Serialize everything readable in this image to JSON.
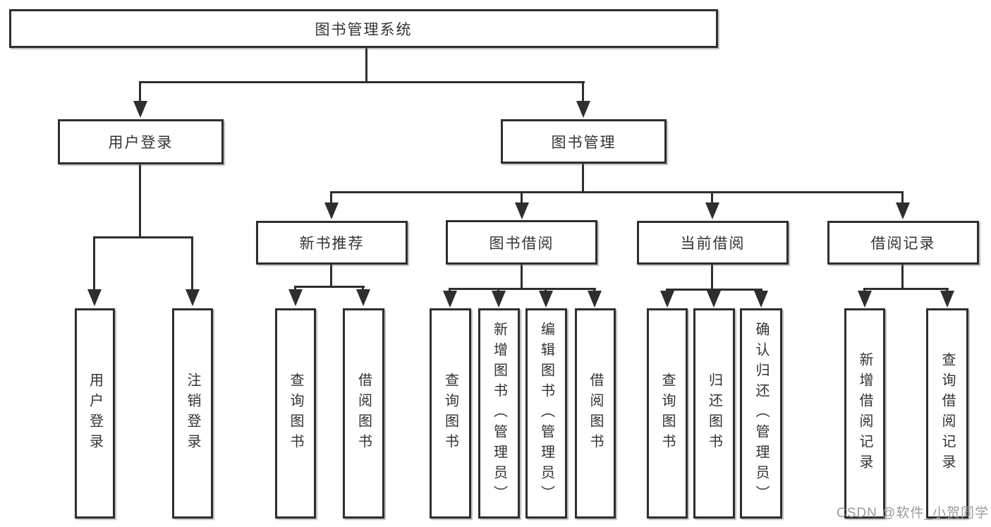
{
  "colors": {
    "background": "#ffffff",
    "line": "#2e2e2e",
    "box_border": "#2e2e2e",
    "text": "#333333",
    "watermark": "#9b9b9b"
  },
  "watermark": "CSDN @软件_小贺同学",
  "diagram": {
    "root": "图书管理系统",
    "level2": {
      "user_login": "用户登录",
      "book_mgmt": "图书管理"
    },
    "level3": {
      "new_book": "新书推荐",
      "borrow": "图书借阅",
      "current": "当前借阅",
      "record": "借阅记录"
    },
    "leaves": {
      "user_login": [
        "用户登录",
        "注销登录"
      ],
      "new_book": [
        "查询图书",
        "借阅图书"
      ],
      "borrow": [
        "查询图书",
        "新增图书（管理员）",
        "编辑图书（管理员）",
        "借阅图书"
      ],
      "current": [
        "查询图书",
        "归还图书",
        "确认归还（管理员）"
      ],
      "record": [
        "新增借阅记录",
        "查询借阅记录"
      ]
    }
  }
}
